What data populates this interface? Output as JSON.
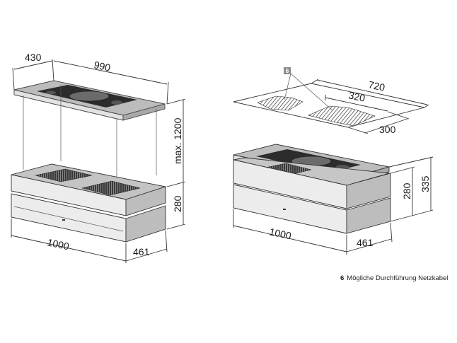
{
  "left_view": {
    "depth_label": "430",
    "width_label": "990",
    "height_label": "max. 1200",
    "body_height_label": "280",
    "body_width_label": "1000",
    "body_depth_label": "461"
  },
  "right_view": {
    "marker_label": "6",
    "cutout_width_label": "720",
    "cutout_inner_label": "320",
    "cutout_depth_label": "300",
    "body_height_label": "280",
    "total_height_label": "335",
    "body_width_label": "1000",
    "body_depth_label": "461"
  },
  "legend": {
    "number": "6",
    "text": "Mögliche Durchführung Netzkabel"
  },
  "colors": {
    "panel_top": "#b9b9b9",
    "panel_front": "#e9e9e9",
    "panel_side": "#bdbdbd",
    "cooktop": "#2b2b2b",
    "marker_bg": "#8c8c8c"
  }
}
